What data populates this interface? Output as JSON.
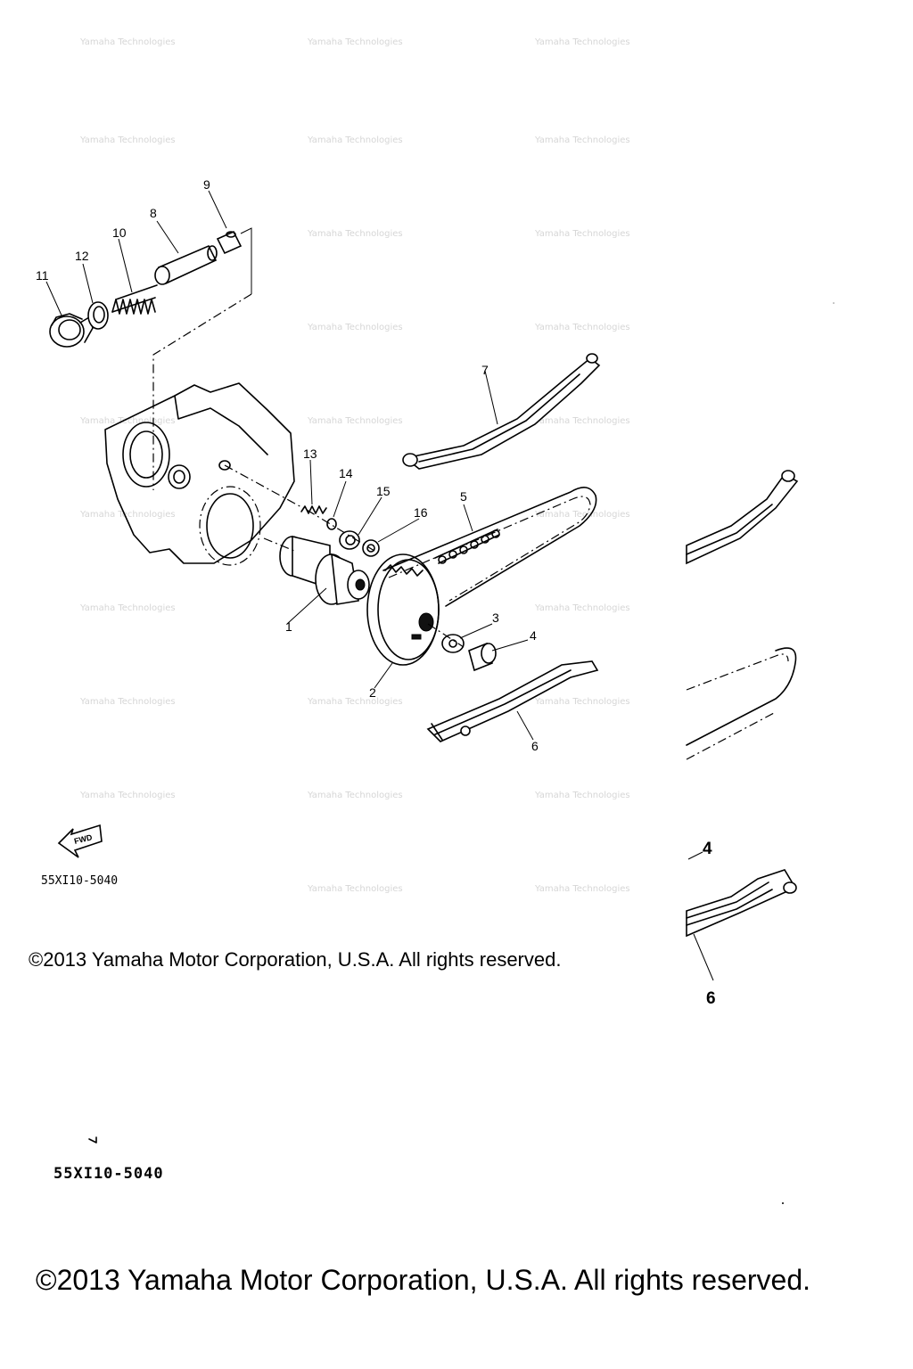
{
  "diagram": {
    "parts": [
      {
        "id": "p1",
        "ref": "1"
      },
      {
        "id": "p2",
        "ref": "2"
      },
      {
        "id": "p3",
        "ref": "3"
      },
      {
        "id": "p4",
        "ref": "4"
      },
      {
        "id": "p5",
        "ref": "5"
      },
      {
        "id": "p6",
        "ref": "6"
      },
      {
        "id": "p7",
        "ref": "7"
      },
      {
        "id": "p8",
        "ref": "8"
      },
      {
        "id": "p9",
        "ref": "9"
      },
      {
        "id": "p10",
        "ref": "10"
      },
      {
        "id": "p11",
        "ref": "11"
      },
      {
        "id": "p12",
        "ref": "12"
      },
      {
        "id": "p13",
        "ref": "13"
      },
      {
        "id": "p14",
        "ref": "14"
      },
      {
        "id": "p15",
        "ref": "15"
      },
      {
        "id": "p16",
        "ref": "16"
      }
    ],
    "detail_callouts": [
      "4",
      "6"
    ],
    "fwd_label": "FWD",
    "code_small": "55XI10-5040",
    "code_large": "55XI10-5040",
    "watermark": "Yamaha Technologies"
  },
  "footer": {
    "copyright_small": "©2013 Yamaha Motor Corporation, U.S.A. All rights reserved.",
    "copyright_large": "©2013 Yamaha Motor Corporation, U.S.A. All rights reserved."
  }
}
